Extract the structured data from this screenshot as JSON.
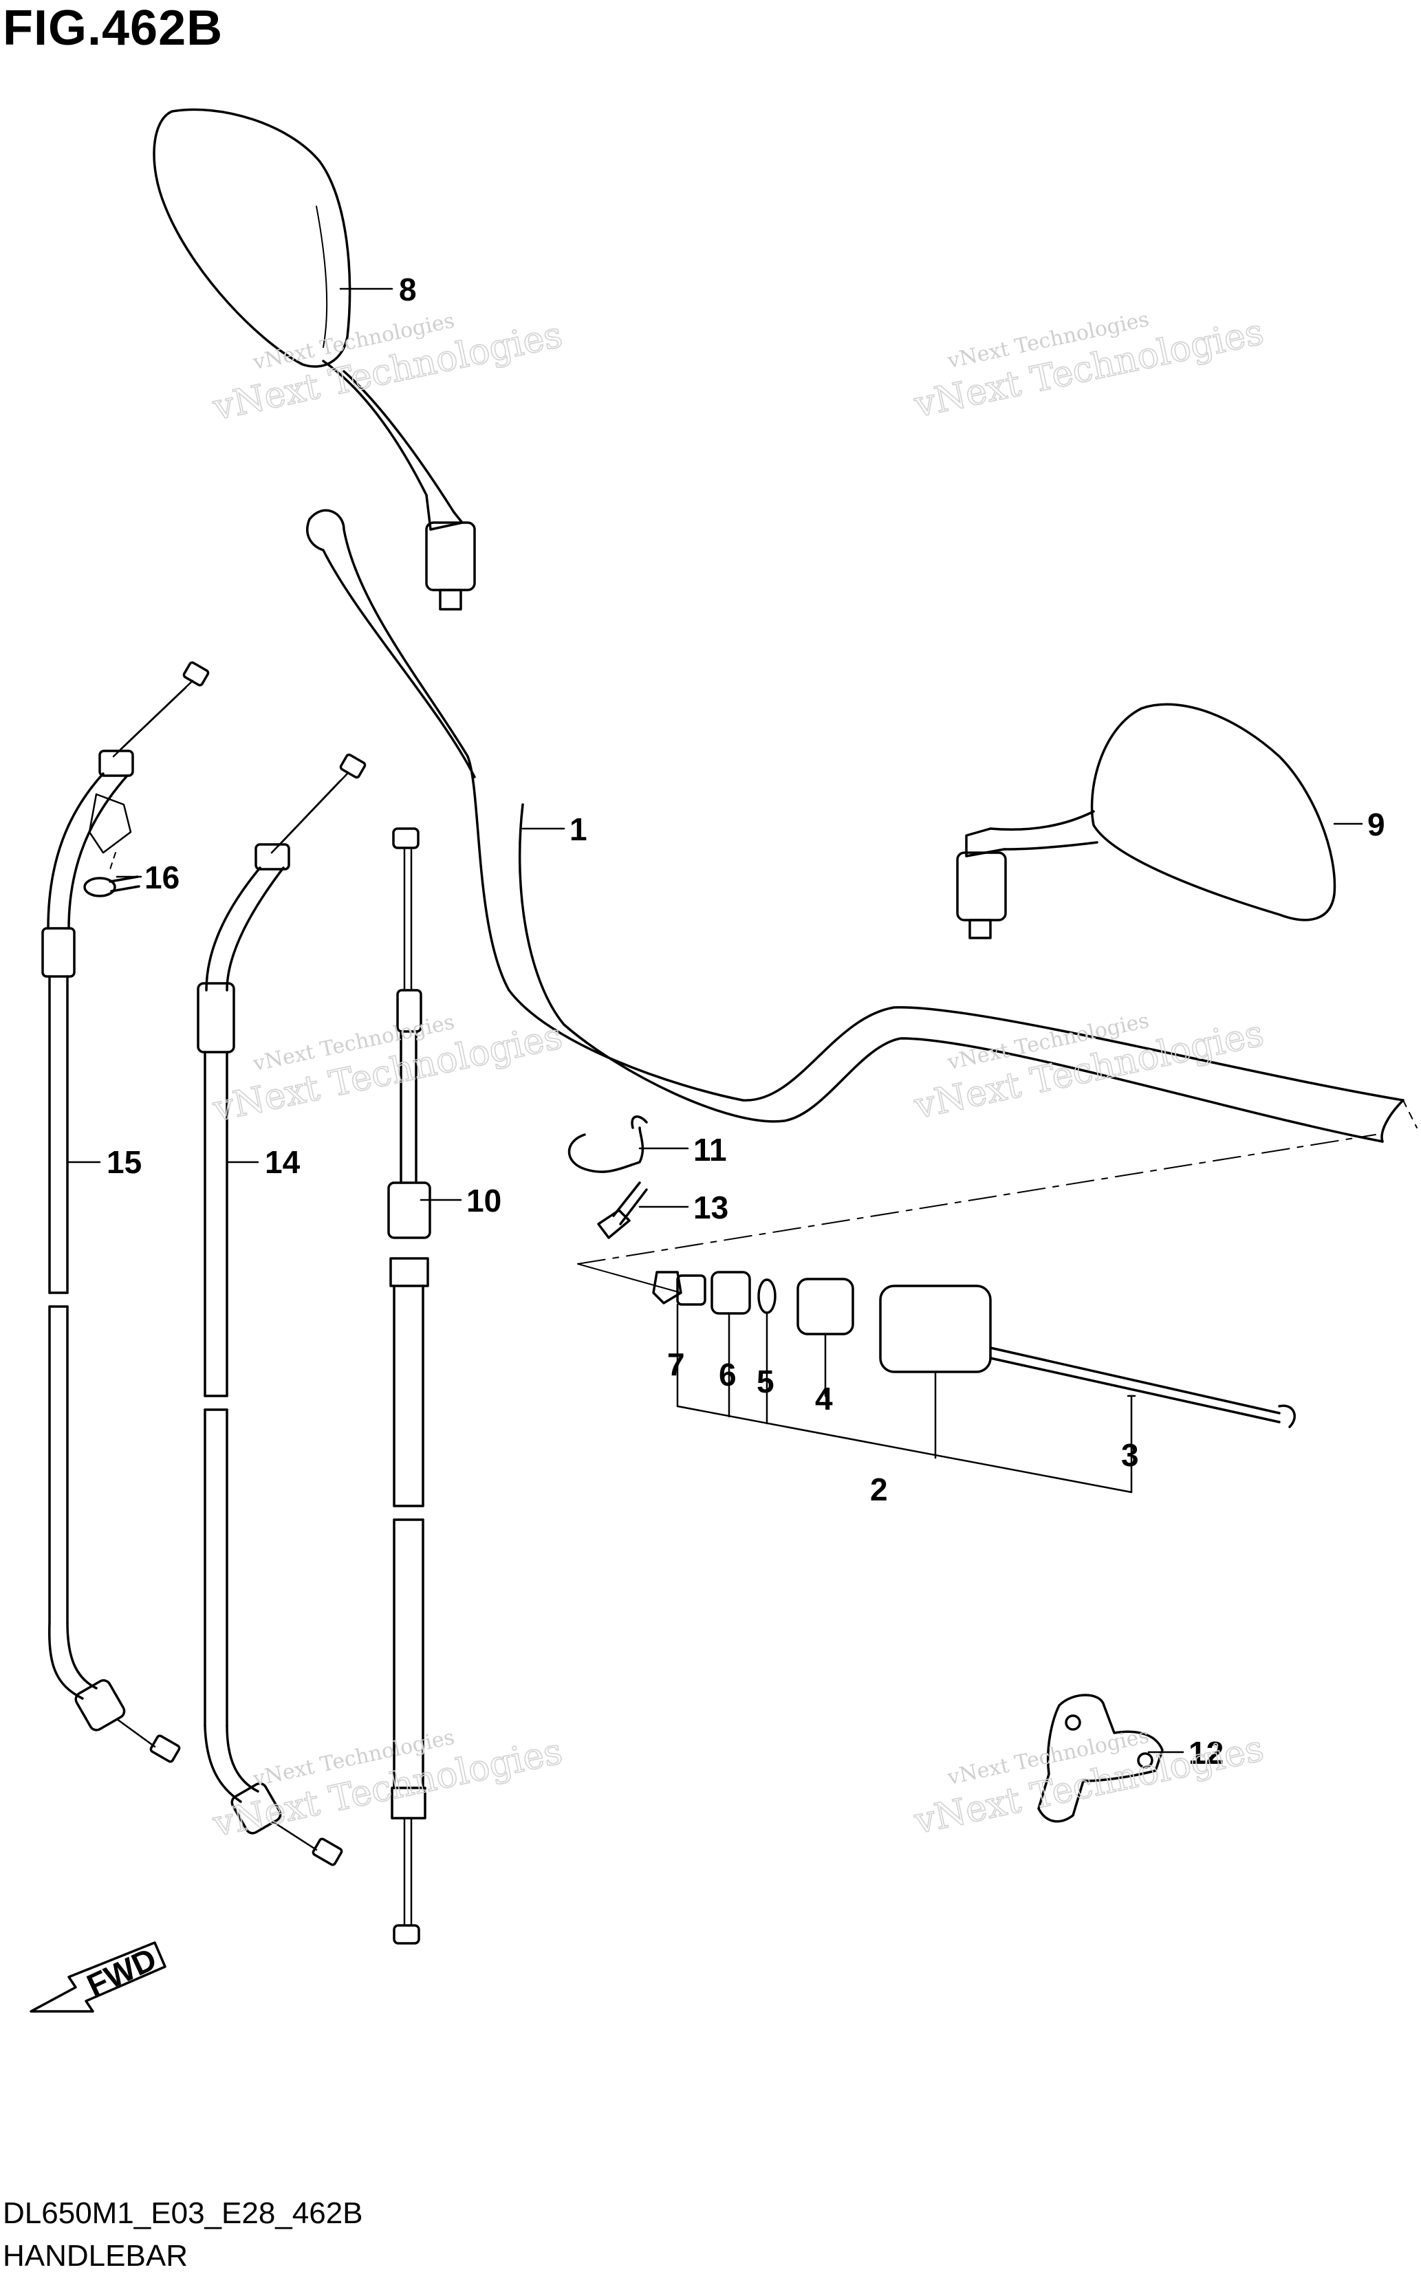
{
  "figure": {
    "title": "FIG.462B",
    "code": "DL650M1_E03_E28_462B",
    "name": "HANDLEBAR"
  },
  "watermark": {
    "line1": "vNext Technologies",
    "line2": "vNext Technologies"
  },
  "callouts": [
    "1",
    "2",
    "3",
    "4",
    "5",
    "6",
    "7",
    "8",
    "9",
    "10",
    "11",
    "12",
    "13",
    "14",
    "15",
    "16"
  ],
  "direction_label": "FWD"
}
